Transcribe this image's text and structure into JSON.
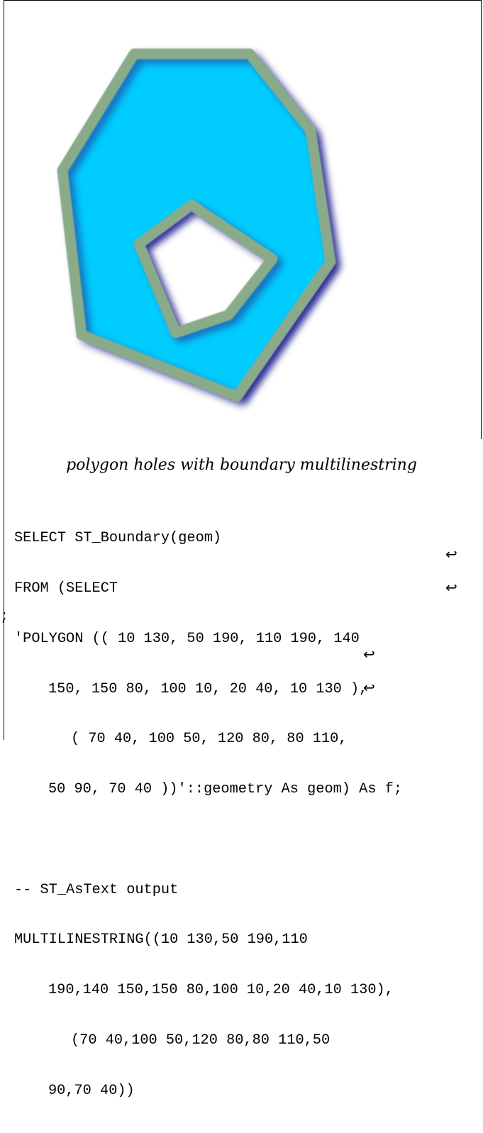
{
  "caption": "polygon holes with boundary multilinestring",
  "code": {
    "line1": "SELECT ST_Boundary(geom)",
    "line2": "FROM (SELECT",
    "line3": "'POLYGON (( 10 130, 50 190, 110 190, 140",
    "line4": "150, 150 80, 100 10, 20 40, 10 130 ),",
    "line5": "( 70 40, 100 50, 120 80, 80 110,",
    "line6": "50 90, 70 40 ))'::geometry As geom) As f;",
    "line7": "",
    "line8": "-- ST_AsText output",
    "line9": "MULTILINESTRING((10 130,50 190,110",
    "line10": "190,140 150,150 80,100 10,20 40,10 130),",
    "line11": "(70 40,100 50,120 80,80 110,50",
    "line12": "90,70 40))",
    "wrap_arrow": "↩",
    "stray_semicolon": ";"
  },
  "colors": {
    "fill": "#00ccff",
    "boundary": "#8aab8a",
    "shadow": "#1a1aa6"
  }
}
